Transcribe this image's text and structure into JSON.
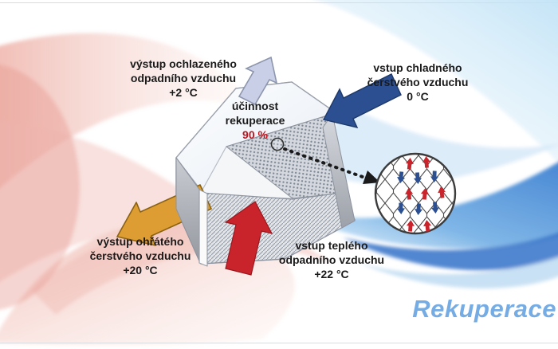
{
  "title": {
    "text": "Rekuperace"
  },
  "colors": {
    "cold_inlet_arrow": "#2b4f91",
    "cool_outlet_arrow": "#c9cfe6",
    "warm_outlet_arrow": "#dd9d32",
    "hot_inlet_arrow": "#c9242b",
    "efficiency_value": "#c1121c",
    "title_text": "#76ace4"
  },
  "labels": {
    "cool_exhaust_out": {
      "line1": "výstup ochlazeného",
      "line2": "odpadního vzduchu",
      "line3": "+2 °C"
    },
    "cold_fresh_in": {
      "line1": "vstup chladného",
      "line2": "čerstvého vzduchu",
      "line3": "0 °C"
    },
    "efficiency": {
      "line1": "účinnost",
      "line2": "rekuperace",
      "line3": "90 %"
    },
    "warm_fresh_out": {
      "line1": "výstup ohřátého",
      "line2": "čerstvého vzduchu",
      "line3": "+20 °C"
    },
    "warm_exhaust_in": {
      "line1": "vstup teplého",
      "line2": "odpadního vzduchu",
      "line3": "+22 °C"
    }
  }
}
